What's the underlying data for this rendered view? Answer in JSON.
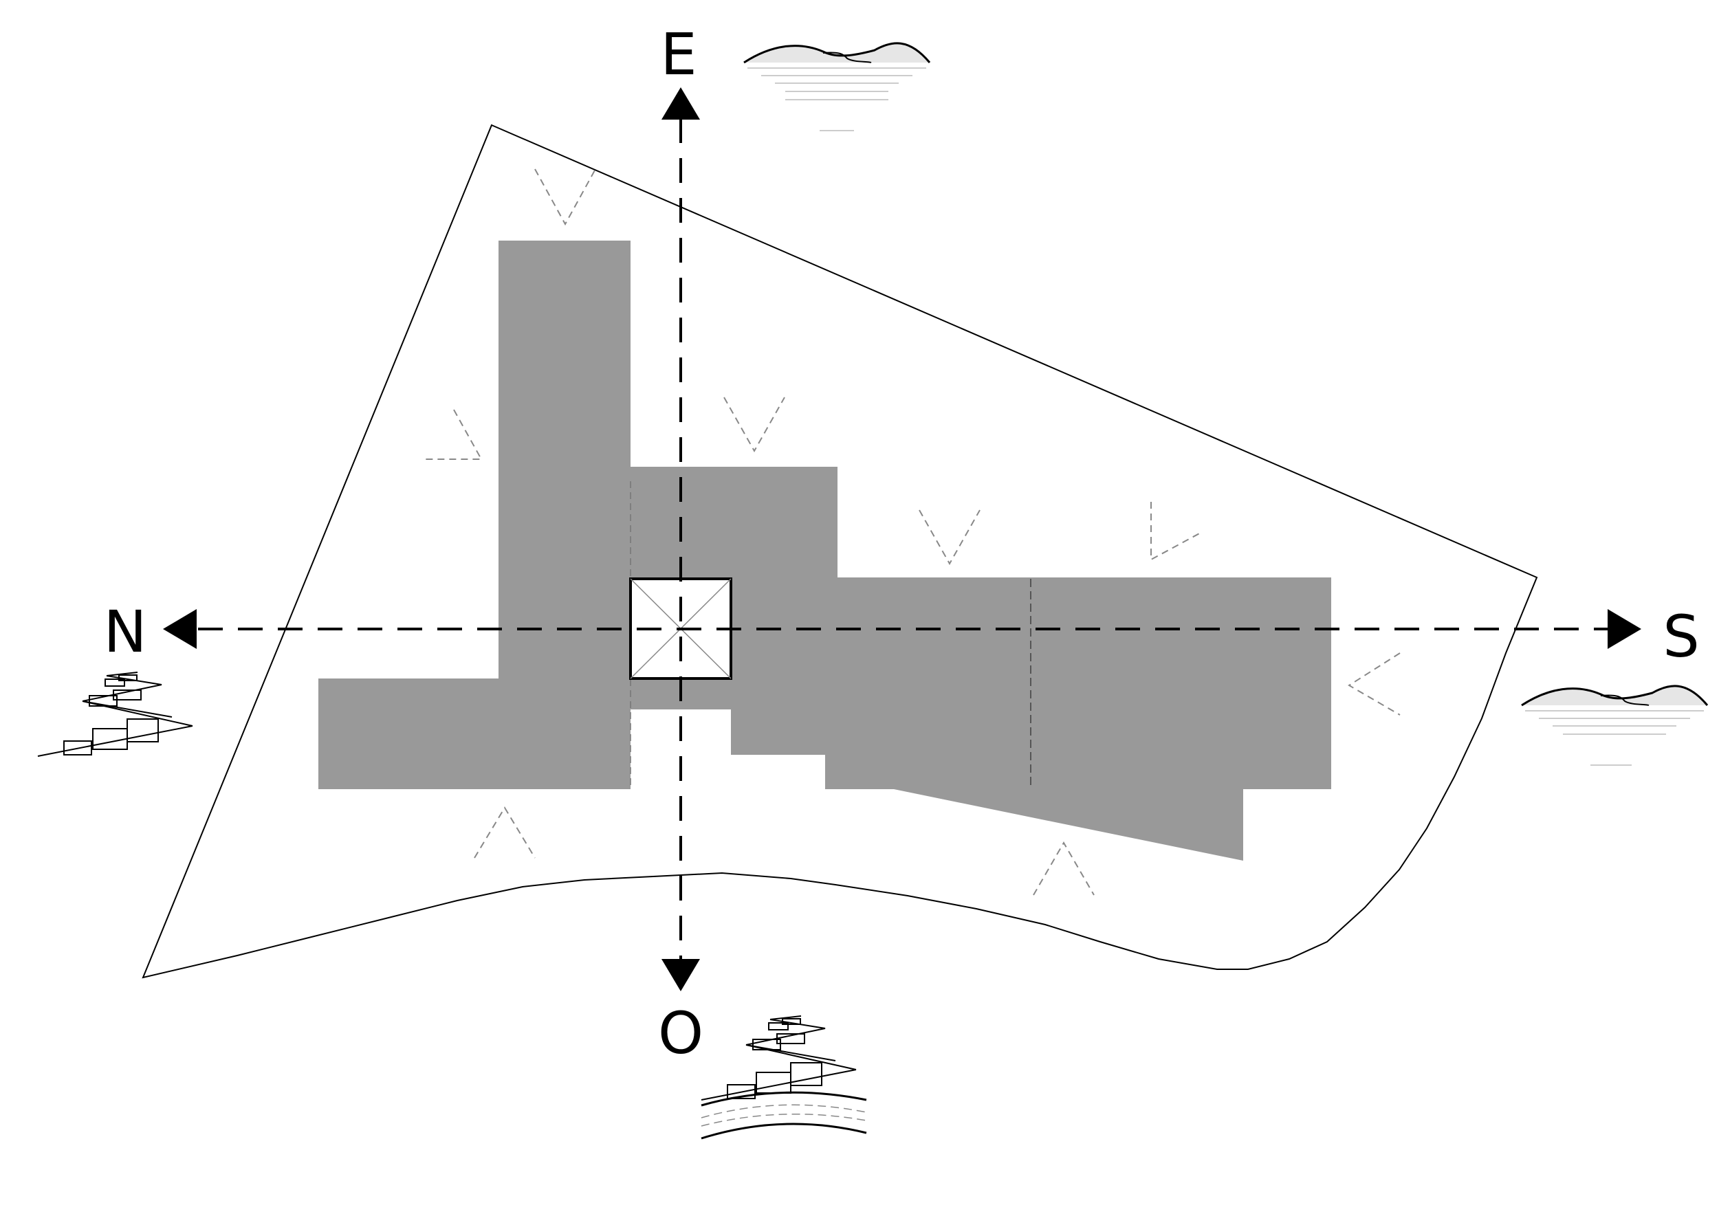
{
  "compass": {
    "east": "E",
    "west": "O",
    "north": "N",
    "south": "S"
  },
  "colors": {
    "building": "#999999",
    "line": "#000000",
    "guide": "#888888",
    "background": "#ffffff"
  },
  "icons": {
    "east": "landscape-mountains-water-icon",
    "south": "landscape-mountains-water-icon",
    "north": "terraced-hillside-icon",
    "west": "terraced-hillside-road-icon",
    "center": "central-courtyard-icon",
    "view-markers": "view-chevron-icon"
  }
}
